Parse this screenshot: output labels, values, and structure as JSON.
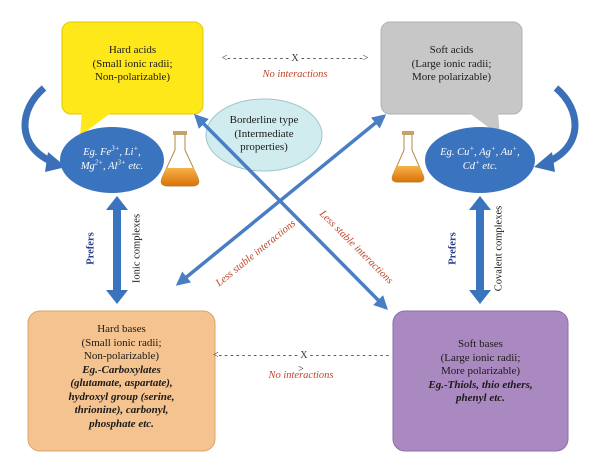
{
  "hard_acids": {
    "title": "Hard acids",
    "line1": "(Small ionic radii;",
    "line2": "Non-polarizable)"
  },
  "soft_acids": {
    "title": "Soft acids",
    "line1": "(Large ionic radii;",
    "line2": "More polarizable)"
  },
  "borderline": {
    "line1": "Borderline type",
    "line2": "(Intermediate",
    "line3": "properties)"
  },
  "hard_acid_examples": {
    "prefix": "Eg. Fe",
    "fe_charge": "3+",
    "li": ", Li",
    "li_charge": "+",
    "mg": "Mg",
    "mg_charge": "2+",
    "al": ", Al",
    "al_charge": "3+",
    "suffix": " etc."
  },
  "soft_acid_examples": {
    "prefix": "Eg. Cu",
    "cu_charge": "+",
    "ag": ", Ag",
    "ag_charge": "+",
    "au": ", Au",
    "au_charge": "+",
    "cd": "Cd",
    "cd_charge": "+",
    "suffix": " etc."
  },
  "hard_bases": {
    "title": "Hard bases",
    "line1": "(Small ionic radii;",
    "line2": "Non-polarizable)",
    "ex1": "Eg.-Carboxylates",
    "ex2": "(glutamate, aspartate),",
    "ex3a": "hydroxyl group",
    "ex3b": " (serine,",
    "ex4": "thrionine), carbonyl,",
    "ex5": "phosphate etc."
  },
  "soft_bases": {
    "title": "Soft bases",
    "line1": "(Large ionic radii;",
    "line2": "More polarizable)",
    "ex1": "Eg.-Thiols, thio ethers,",
    "ex2": "phenyl etc."
  },
  "top_link": {
    "arrow": "<- - - - - - - - - - - X - - - - - - - - - - ->",
    "label": "No interactions"
  },
  "bottom_link": {
    "arrow": "<- - - - - - - - - - - - - - X - - - - - - - - - - - - - ->",
    "label": "No interactions"
  },
  "left_vertical": {
    "prefers": "Prefers",
    "type": "Ionic complexes"
  },
  "right_vertical": {
    "prefers": "Prefers",
    "type": "Covalent complexes"
  },
  "diagonal_labels": {
    "left": "Less stable interactions",
    "right": "Less stable interactions"
  },
  "colors": {
    "hard_acids_fill": "#ffe81a",
    "soft_acids_fill": "#c7c7c7",
    "hard_bases_fill": "#f4c38f",
    "soft_bases_fill": "#aa89c0",
    "borderline_fill": "#d1ecef",
    "ellipse_blue": "#3b74be",
    "arrow_blue": "#4a7ec4",
    "label_red": "#c0442a",
    "flask_orange": "#e58a14"
  }
}
